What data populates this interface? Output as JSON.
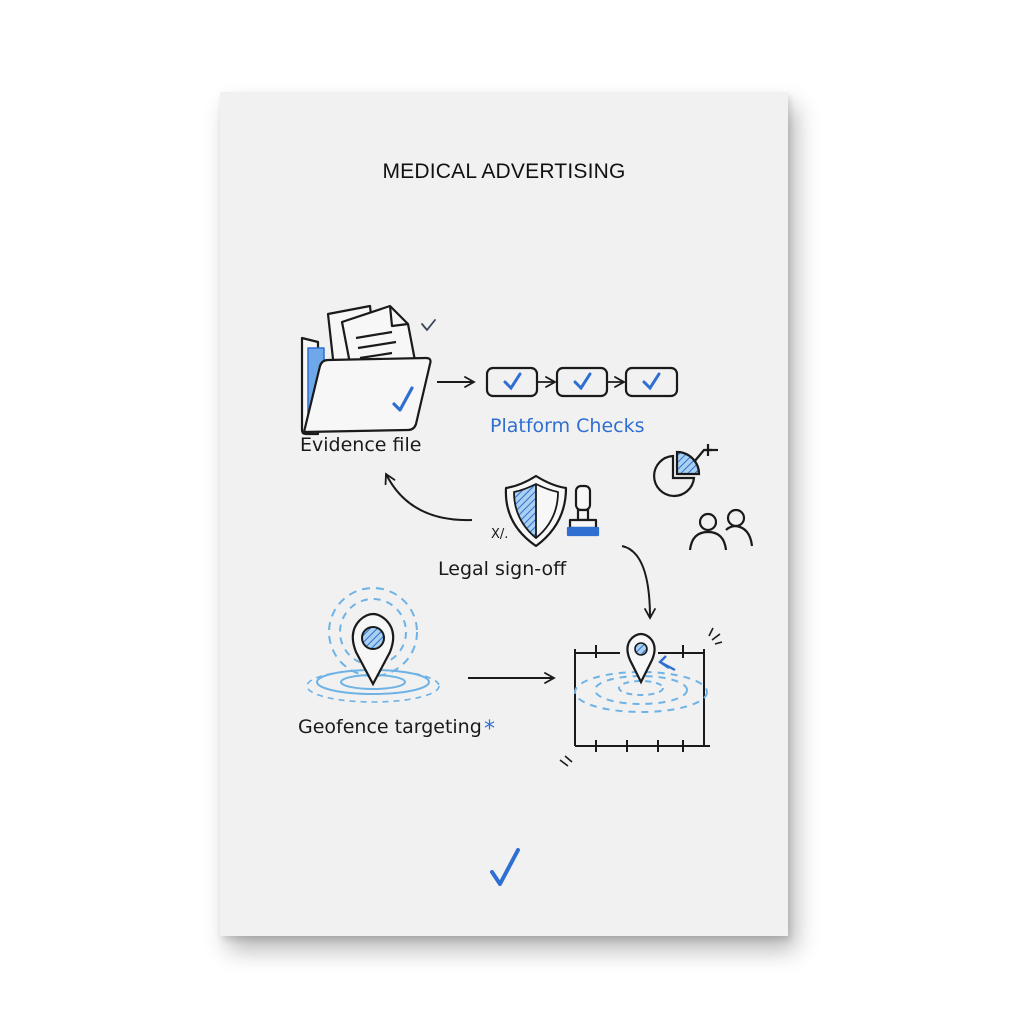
{
  "card": {
    "title": "MEDICAL ADVERTISING",
    "background": "#f1f1f1",
    "accent_color": "#2f6fd1",
    "light_accent_color": "#6fb3e6",
    "stroke_color": "#1a1a1a"
  },
  "diagram": {
    "nodes": [
      {
        "id": "evidence",
        "label": "Evidence file",
        "icon": "folder-with-documents-icon"
      },
      {
        "id": "platform",
        "label": "Platform Checks",
        "icon": "checkbox-chain-icon",
        "checkbox_count": 3
      },
      {
        "id": "legal",
        "label": "Legal sign-off",
        "icon": "shield-and-stamp-icon",
        "annotation": "X/."
      },
      {
        "id": "geofence",
        "label": "Geofence targeting",
        "icon": "location-pin-radius-icon",
        "annotation": "*"
      },
      {
        "id": "map",
        "label": "",
        "icon": "map-pin-area-icon"
      },
      {
        "id": "analytics",
        "label": "",
        "icon": "pie-chart-icon"
      },
      {
        "id": "audience",
        "label": "",
        "icon": "users-icon"
      }
    ],
    "edges": [
      {
        "from": "evidence",
        "to": "platform"
      },
      {
        "from": "legal",
        "to": "evidence"
      },
      {
        "from": "legal",
        "to": "map"
      },
      {
        "from": "geofence",
        "to": "map"
      }
    ],
    "final_mark": "checkmark"
  }
}
